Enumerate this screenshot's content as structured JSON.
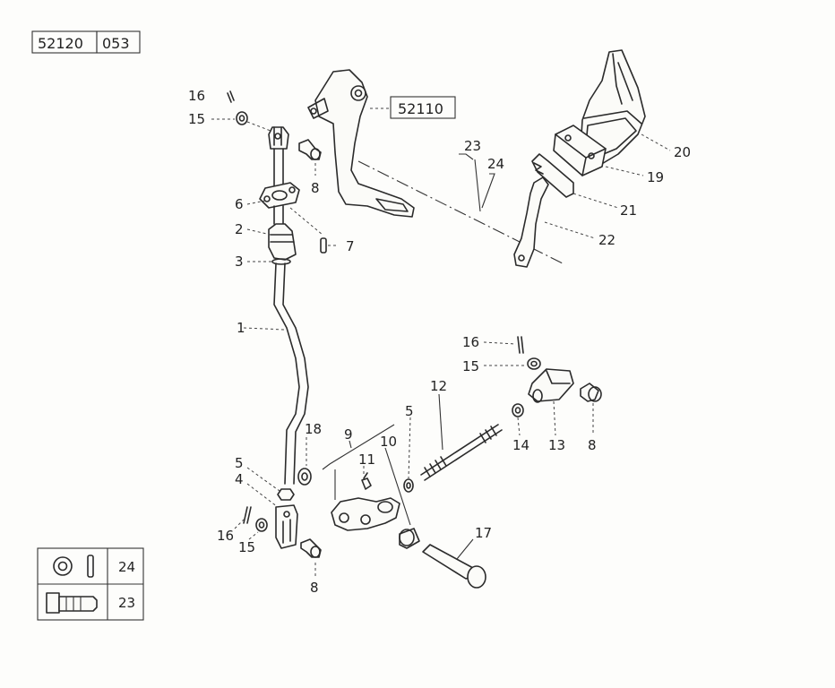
{
  "header": {
    "group_code": "52120",
    "sheet_code": "053"
  },
  "reference_box": {
    "code": "52110"
  },
  "callouts": {
    "p16_top": "16",
    "p15_top": "15",
    "p8_top": "8",
    "p6": "6",
    "p2": "2",
    "p7": "7",
    "p3": "3",
    "p1": "1",
    "p23": "23",
    "p24": "24",
    "p20": "20",
    "p19": "19",
    "p21": "21",
    "p22": "22",
    "p16_right": "16",
    "p15_right": "15",
    "p12": "12",
    "p14": "14",
    "p13": "13",
    "p8_right": "8",
    "p18": "18",
    "p9": "9",
    "p5_mid": "5",
    "p10": "10",
    "p11": "11",
    "p5_left": "5",
    "p4": "4",
    "p16_bottom": "16",
    "p15_bottom": "15",
    "p8_bottom": "8",
    "p17": "17"
  },
  "legend": {
    "row1_label": "24",
    "row2_label": "23",
    "row1_icon": "washer-and-pin-icon",
    "row2_icon": "bolt-icon"
  }
}
